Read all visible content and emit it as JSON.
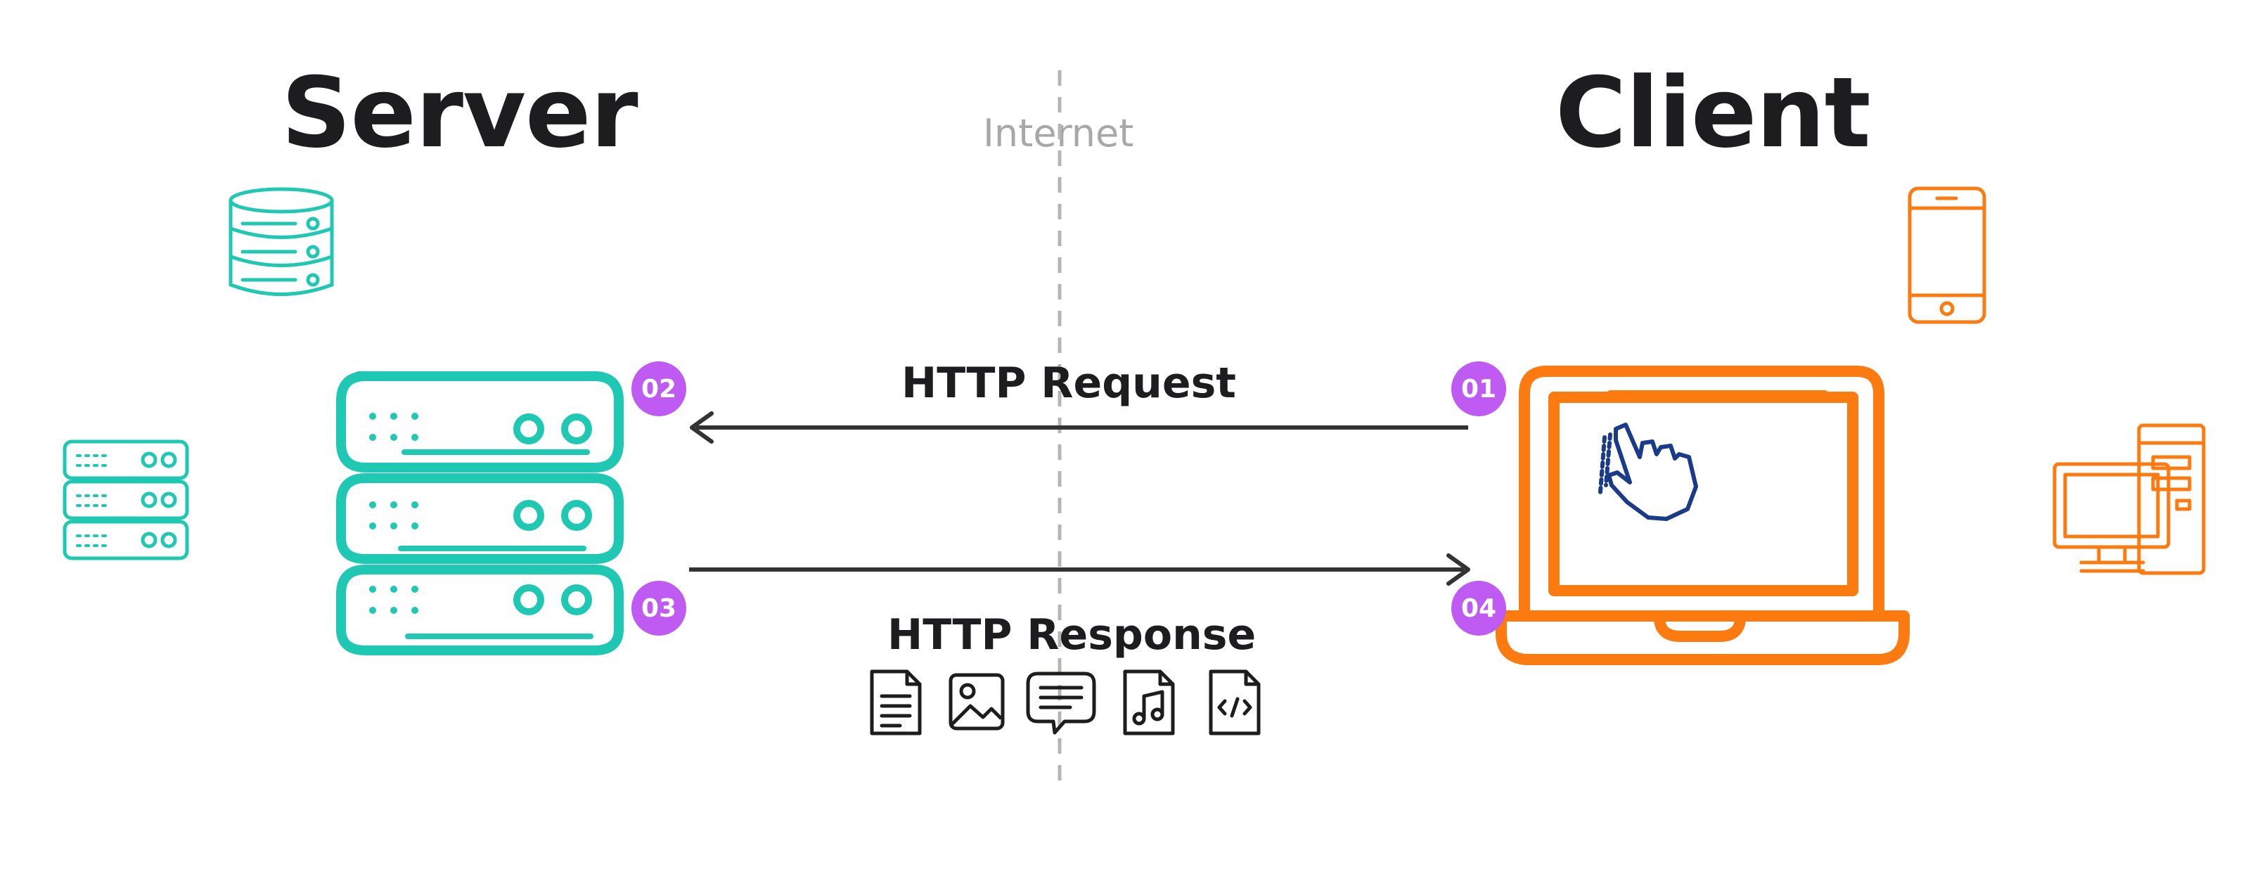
{
  "headings": {
    "server": "Server",
    "client": "Client",
    "internet": "Internet"
  },
  "arrows": {
    "request_label": "HTTP Request",
    "response_label": "HTTP Response"
  },
  "steps": [
    "01",
    "02",
    "03",
    "04"
  ],
  "colors": {
    "server": "#1fc8b3",
    "client": "#fb7b10",
    "badge": "#bf5af2",
    "cursor": "#1a3a8a",
    "text": "#1d1d1f",
    "divider": "#b5b5b5"
  },
  "icons": {
    "server_side": [
      "database-icon",
      "server-rack-icon",
      "server-stack-icon"
    ],
    "client_side": [
      "smartphone-icon",
      "laptop-icon",
      "desktop-computer-icon",
      "pointer-hand-icon"
    ],
    "response_files": [
      "text-document-icon",
      "image-icon",
      "chat-message-icon",
      "audio-file-icon",
      "code-file-icon"
    ]
  }
}
